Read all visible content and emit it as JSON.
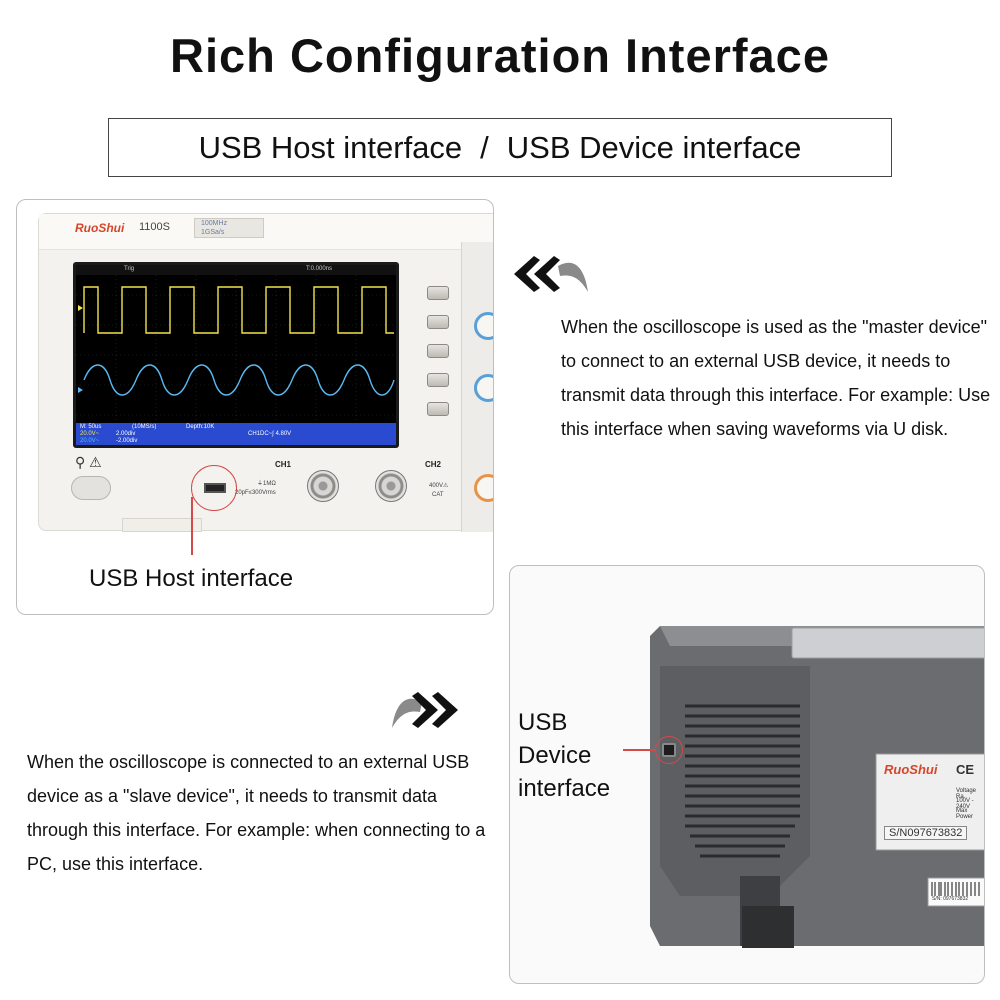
{
  "header": {
    "title": "Rich Configuration Interface",
    "subtitle_host": "USB Host interface",
    "subtitle_sep": "/",
    "subtitle_device": "USB Device interface"
  },
  "front_panel": {
    "brand": "RuoShui",
    "model": "1100S",
    "spec_line1": "100MHz",
    "spec_line2": "1GSa/s",
    "screen": {
      "trig": "Trig",
      "time": "T:0.000ns",
      "m_label": "M: 50us",
      "rate": "(10MS/s)",
      "depth": "Depth:10K",
      "ch1_trigger": "CH1DC~∫ 4.80V",
      "ch1_scale": "20.0V~",
      "ch1_div": "2.00div",
      "ch2_scale": "20.0V~",
      "ch2_div": "-2.00div"
    },
    "ch1": "CH1",
    "ch1_spec_line1": "⏚1MΩ",
    "ch1_spec_line2": "20pF≤300Vrms",
    "ch2": "CH2",
    "ch2_spec_line1": "400V⚠",
    "ch2_spec_line2": "CAT",
    "usb_host_label": "USB Host interface"
  },
  "arrows": {
    "back_arrow": "«",
    "forward_arrow": "»"
  },
  "host_description": "When the oscilloscope is used as the \"master device\" to connect to an external USB device, it needs to transmit data through this interface. For example: Use this interface when saving waveforms via U disk.",
  "device_description": "When the oscilloscope is connected to an external USB device as a \"slave device\", it needs to transmit data through this interface. For example: when connecting to a PC, use this interface.",
  "rear_panel": {
    "usb_device_label_line1": "USB",
    "usb_device_label_line2": "Device",
    "usb_device_label_line3": "interface",
    "brand": "RuoShui",
    "ce": "CE",
    "voltage_line1": "Voltage Ra",
    "voltage_line2": "100V - 240V",
    "voltage_line3": "Max Power",
    "serial": "S/N097673832",
    "barcode_serial": "S/N: 097673832"
  },
  "colors": {
    "accent_red": "#d34a4a",
    "brand_red": "#d7462a",
    "ch1_yellow": "#f2e34a",
    "ch2_cyan": "#5bb8f0",
    "screen_blue": "#2a4ad0",
    "knob_blue": "#5aa0d8",
    "rear_gray": "#6a6c70"
  }
}
